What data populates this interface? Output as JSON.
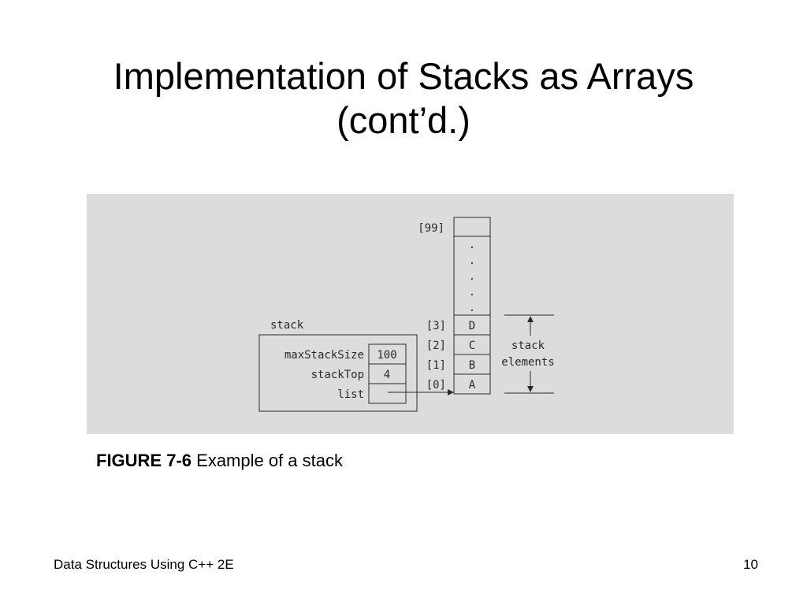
{
  "slide": {
    "title_line1": "Implementation of Stacks as Arrays",
    "title_line2": "(cont’d.)"
  },
  "figure": {
    "stack_label": "stack",
    "fields": [
      {
        "name": "maxStackSize",
        "value": "100"
      },
      {
        "name": "stackTop",
        "value": "4"
      },
      {
        "name": "list",
        "value": ""
      }
    ],
    "top_index": "[99]",
    "dots": [
      ".",
      ".",
      ".",
      ".",
      "."
    ],
    "elements": [
      {
        "index": "[3]",
        "value": "D"
      },
      {
        "index": "[2]",
        "value": "C"
      },
      {
        "index": "[1]",
        "value": "B"
      },
      {
        "index": "[0]",
        "value": "A"
      }
    ],
    "brace_label_line1": "stack",
    "brace_label_line2": "elements"
  },
  "caption": {
    "figure_number": "FIGURE 7-6",
    "text": " Example of a stack"
  },
  "footer": {
    "course": "Data Structures Using C++ 2E",
    "page_number": "10"
  },
  "colors": {
    "panel_background": "#dcdcdc",
    "line": "#2a2a2a"
  }
}
